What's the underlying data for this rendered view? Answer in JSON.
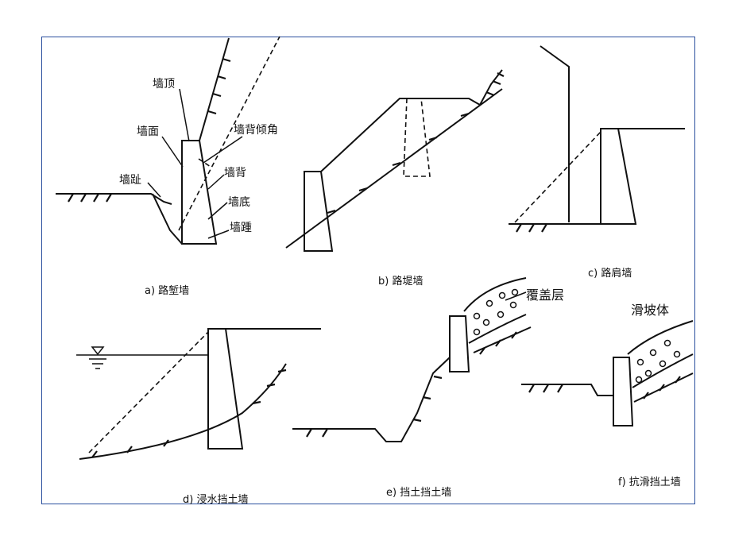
{
  "diagrams": {
    "a": {
      "caption": "a) 路堑墙",
      "labels": {
        "top": "墙顶",
        "face": "墙面",
        "toe": "墙趾",
        "back_angle": "墙背倾角",
        "back": "墙背",
        "base": "墙底",
        "heel": "墙踵"
      }
    },
    "b": {
      "caption": "b) 路堤墙"
    },
    "c": {
      "caption": "c) 路肩墙"
    },
    "d": {
      "caption": "d) 浸水挡土墙"
    },
    "e": {
      "caption": "e) 挡土挡土墙",
      "label": "覆盖层"
    },
    "f": {
      "caption": "f) 抗滑挡土墙",
      "label": "滑坡体"
    }
  },
  "colors": {
    "frame": "#2a4f9e",
    "ink": "#111111"
  }
}
